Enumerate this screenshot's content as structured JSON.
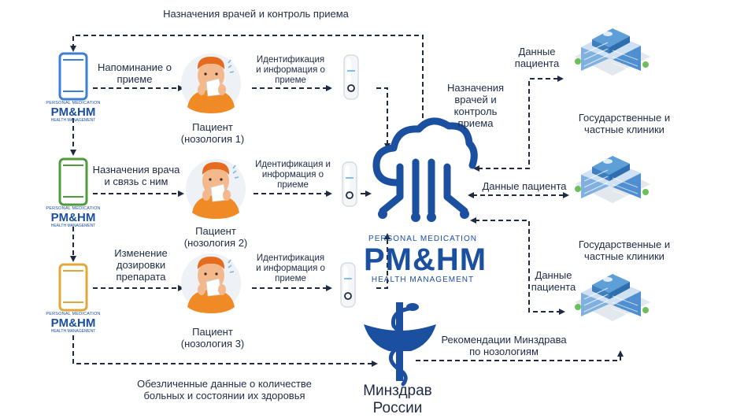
{
  "top_flow": "Назначения врачей и контроль приема",
  "rows": [
    {
      "phone_label": [
        "Напоминание о",
        "приеме"
      ],
      "patient": [
        "Пациент",
        "(нозология 1)"
      ],
      "device_label": [
        "Идентификация",
        "и информация о",
        "приеме"
      ]
    },
    {
      "phone_label": [
        "Назначения врача",
        "и связь с ним"
      ],
      "patient": [
        "Пациент",
        "(нозология 2)"
      ],
      "device_label": [
        "Идентификация и",
        "информация о",
        "приеме"
      ]
    },
    {
      "phone_label": [
        "Изменение",
        "дозировки",
        "препарата"
      ],
      "patient": [
        "Пациент",
        "(нозология 3)"
      ],
      "device_label": [
        "Идентификация",
        "и информация о",
        "приеме"
      ]
    }
  ],
  "brand": {
    "line1": "PERSONAL MEDICATION",
    "line2": "PM&HM",
    "line3": "HEALTH MANAGEMENT"
  },
  "cloud_side_label": [
    "Назначения",
    "врачей и",
    "контроль",
    "приема"
  ],
  "clinics": [
    {
      "data_label": [
        "Данные",
        "пациента"
      ]
    },
    {
      "title": [
        "Государственные и",
        "частные клиники"
      ],
      "data_label": [
        "Данные пациента"
      ]
    },
    {
      "title": [
        "Государственные и",
        "частные клиники"
      ],
      "data_label": [
        "Данные",
        "пациента"
      ]
    }
  ],
  "ministry": {
    "name": [
      "Минздрав",
      "России"
    ],
    "recommend": [
      "Рекомендации Минздрава",
      "по нозологиям"
    ]
  },
  "anon_data": [
    "Обезличенные данные о количестве",
    "больных и состоянии их здоровья"
  ],
  "colors": {
    "navy": "#1f2a44",
    "brand_blue": "#1b4fa0",
    "phone1": "#3d7fd1",
    "phone2": "#4f9a3c",
    "phone3": "#e0a83a",
    "skin": "#f3b98c",
    "shirt": "#f08a24",
    "circle": "#eef1f5"
  }
}
